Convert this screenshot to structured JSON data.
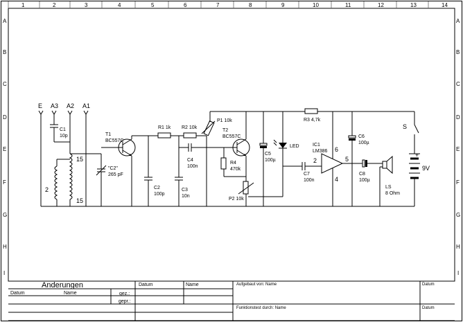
{
  "frame": {
    "columns": [
      "1",
      "2",
      "3",
      "4",
      "5",
      "6",
      "7",
      "8",
      "9",
      "10",
      "11",
      "12",
      "13",
      "14"
    ],
    "rows": [
      "A",
      "B",
      "C",
      "D",
      "E",
      "F",
      "G",
      "H",
      "I"
    ]
  },
  "antenna": {
    "e": "E",
    "a3": "A3",
    "a2": "A2",
    "a1": "A1"
  },
  "components": {
    "c1": {
      "ref": "C1",
      "value": "10p"
    },
    "t1": {
      "ref": "T1",
      "value": "BC557C"
    },
    "coil": {
      "tap1": "15",
      "tap2": "2",
      "tap3": "15"
    },
    "c_tune": {
      "ref": "\"C2\"",
      "value": "265 pF"
    },
    "r1": {
      "ref": "R1",
      "value": "1k"
    },
    "r2": {
      "ref": "R2",
      "value": "10k"
    },
    "c2": {
      "ref": "C2",
      "value": "100p"
    },
    "c3": {
      "ref": "C3",
      "value": "10n"
    },
    "c4": {
      "ref": "C4",
      "value": "100n"
    },
    "p1": {
      "ref": "P1",
      "value": "10k"
    },
    "t2": {
      "ref": "T2",
      "value": "BC557C"
    },
    "r4": {
      "ref": "R4",
      "value": "470k"
    },
    "p2": {
      "ref": "P2",
      "value": "10k"
    },
    "c5": {
      "ref": "C5",
      "value": "100µ"
    },
    "led": {
      "ref": "LED"
    },
    "r3": {
      "ref": "R3",
      "value": "4,7k"
    },
    "ic1": {
      "ref": "IC1",
      "value": "LM386",
      "pin6": "6",
      "pin2": "2",
      "pin5": "5",
      "pin4": "4"
    },
    "c7": {
      "ref": "C7",
      "value": "100n"
    },
    "c6": {
      "ref": "C6",
      "value": "100µ"
    },
    "c8": {
      "ref": "C8",
      "value": "100µ"
    },
    "ls": {
      "ref": "LS",
      "value": "8 Ohm"
    },
    "switch": {
      "ref": "S"
    },
    "battery": {
      "plus": "+",
      "voltage": "9V"
    }
  },
  "title_block": {
    "changes_header": "Änderungen",
    "col_datum": "Datum",
    "col_name": "Name",
    "row_gez": "gez.:",
    "row_gepr": "gepr.:",
    "date_header": "Datum",
    "name_header": "Name",
    "built_by": "Aufgebaut von: Name",
    "tested_by": "Funktionstest durch: Name",
    "datum_right1": "Datum",
    "datum_right2": "Datum"
  }
}
